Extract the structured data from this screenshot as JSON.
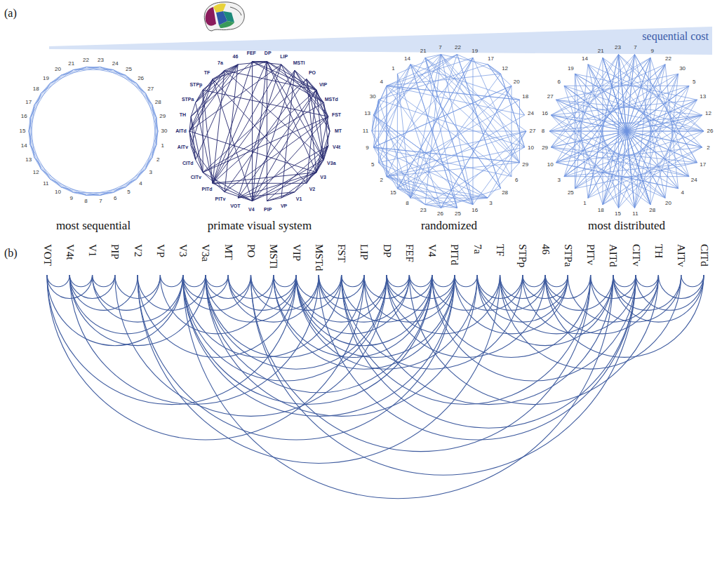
{
  "diagram": {
    "labels": [
      "(a)",
      "sequential cost",
      "23",
      "24",
      "25",
      "26",
      "27",
      "28",
      "29",
      "30",
      "1",
      "2",
      "3",
      "4",
      "5",
      "6",
      "7",
      "8",
      "9",
      "10",
      "11",
      "12",
      "13",
      "14",
      "15",
      "16",
      "17",
      "18",
      "19",
      "20",
      "21",
      "22",
      "most sequential",
      "DP",
      "LIP",
      "MSTl",
      "PO",
      "VIP",
      "MSTd",
      "FST",
      "MT",
      "V4t",
      "V3a",
      "V3",
      "V2",
      "V1",
      "VP",
      "PIP",
      "V4",
      "VOT",
      "PITv",
      "PITd",
      "CITv",
      "CITd",
      "AITv",
      "AITd",
      "TH",
      "STPa",
      "STPp",
      "TF",
      "7a",
      "46",
      "FEF",
      "primate visual system",
      "22",
      "19",
      "17",
      "12",
      "20",
      "18",
      "24",
      "27",
      "10",
      "29",
      "6",
      "28",
      "3",
      "16",
      "25",
      "26",
      "23",
      "8",
      "15",
      "2",
      "5",
      "9",
      "11",
      "13",
      "30",
      "4",
      "1",
      "14",
      "21",
      "7",
      "randomized",
      "7",
      "9",
      "22",
      "30",
      "5",
      "13",
      "12",
      "26",
      "2",
      "17",
      "24",
      "4",
      "20",
      "28",
      "11",
      "15",
      "18",
      "1",
      "25",
      "3",
      "10",
      "29",
      "8",
      "16",
      "27",
      "6",
      "19",
      "14",
      "21",
      "23",
      "most distributed",
      "(b)",
      "VOT",
      "V4t",
      "V1",
      "PIP",
      "V2",
      "VP",
      "V3",
      "V3a",
      "MT",
      "PO",
      "MSTl",
      "VIP",
      "MSTd",
      "FST",
      "LIP",
      "DP",
      "FEF",
      "V4",
      "PITd",
      "7a",
      "TF",
      "STPp",
      "46",
      "STPa",
      "PITv",
      "AITd",
      "CITv",
      "TH",
      "AITv",
      "CITd"
    ]
  }
}
